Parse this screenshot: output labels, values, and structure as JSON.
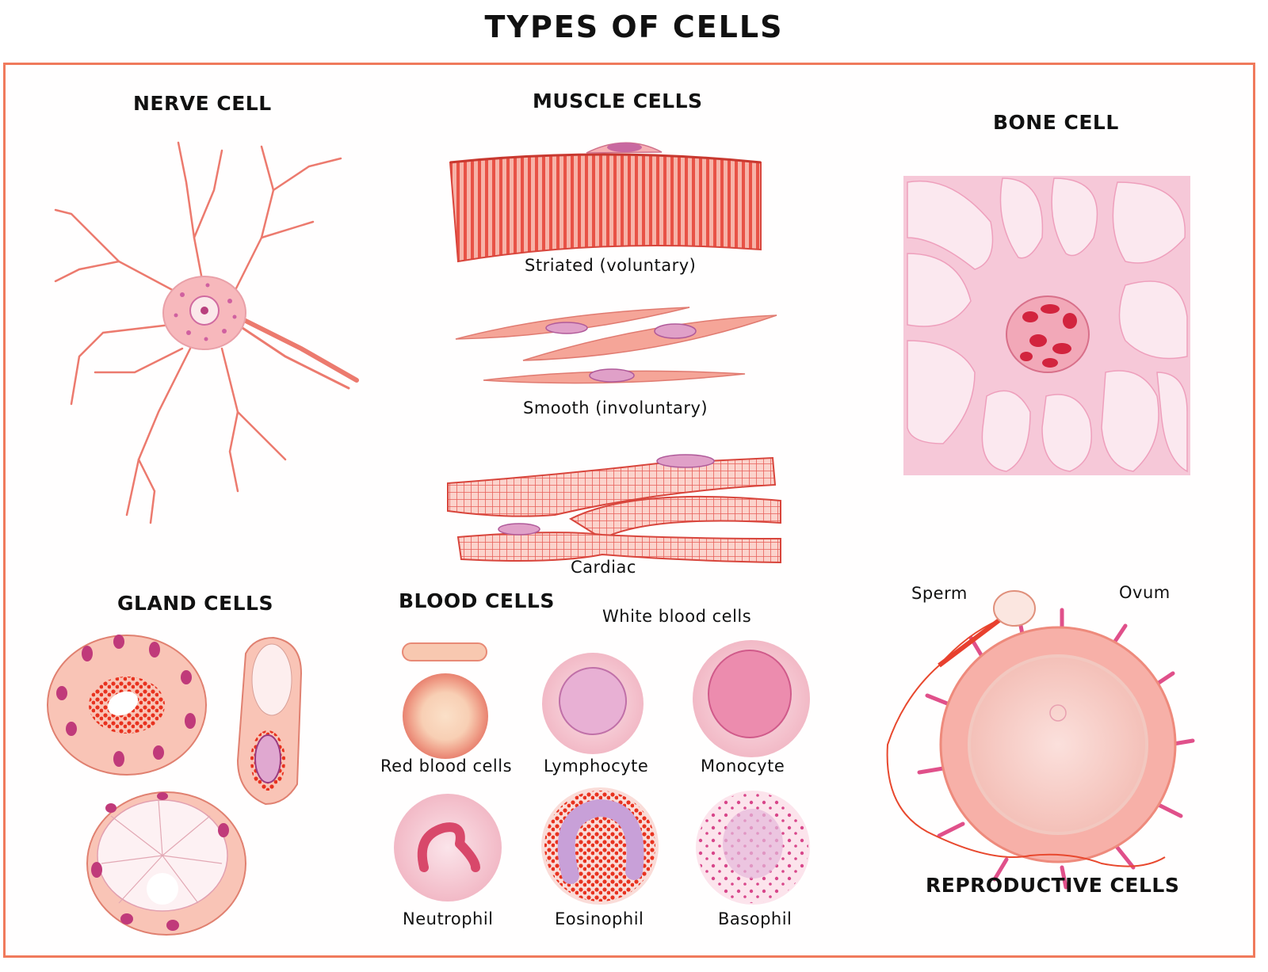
{
  "title": "TYPES OF CELLS",
  "colors": {
    "frame": "#f07a5c",
    "cell_pink": "#f4a6a0",
    "cell_red": "#e8483e",
    "nucleus_purple": "#c85a9a",
    "bone_pink": "#f6c8d8"
  },
  "sections": {
    "nerve": {
      "heading": "NERVE CELL"
    },
    "muscle": {
      "heading": "MUSCLE CELLS",
      "striated": "Striated (voluntary)",
      "smooth": "Smooth (involuntary)",
      "cardiac": "Cardiac"
    },
    "bone": {
      "heading": "BONE CELL"
    },
    "gland": {
      "heading": "GLAND CELLS"
    },
    "blood": {
      "heading": "BLOOD CELLS",
      "white_header": "White blood cells",
      "red": "Red blood cells",
      "lymphocyte": "Lymphocyte",
      "monocyte": "Monocyte",
      "neutrophil": "Neutrophil",
      "eosinophil": "Eosinophil",
      "basophil": "Basophil"
    },
    "reproductive": {
      "heading": "REPRODUCTIVE CELLS",
      "sperm": "Sperm",
      "ovum": "Ovum"
    }
  }
}
